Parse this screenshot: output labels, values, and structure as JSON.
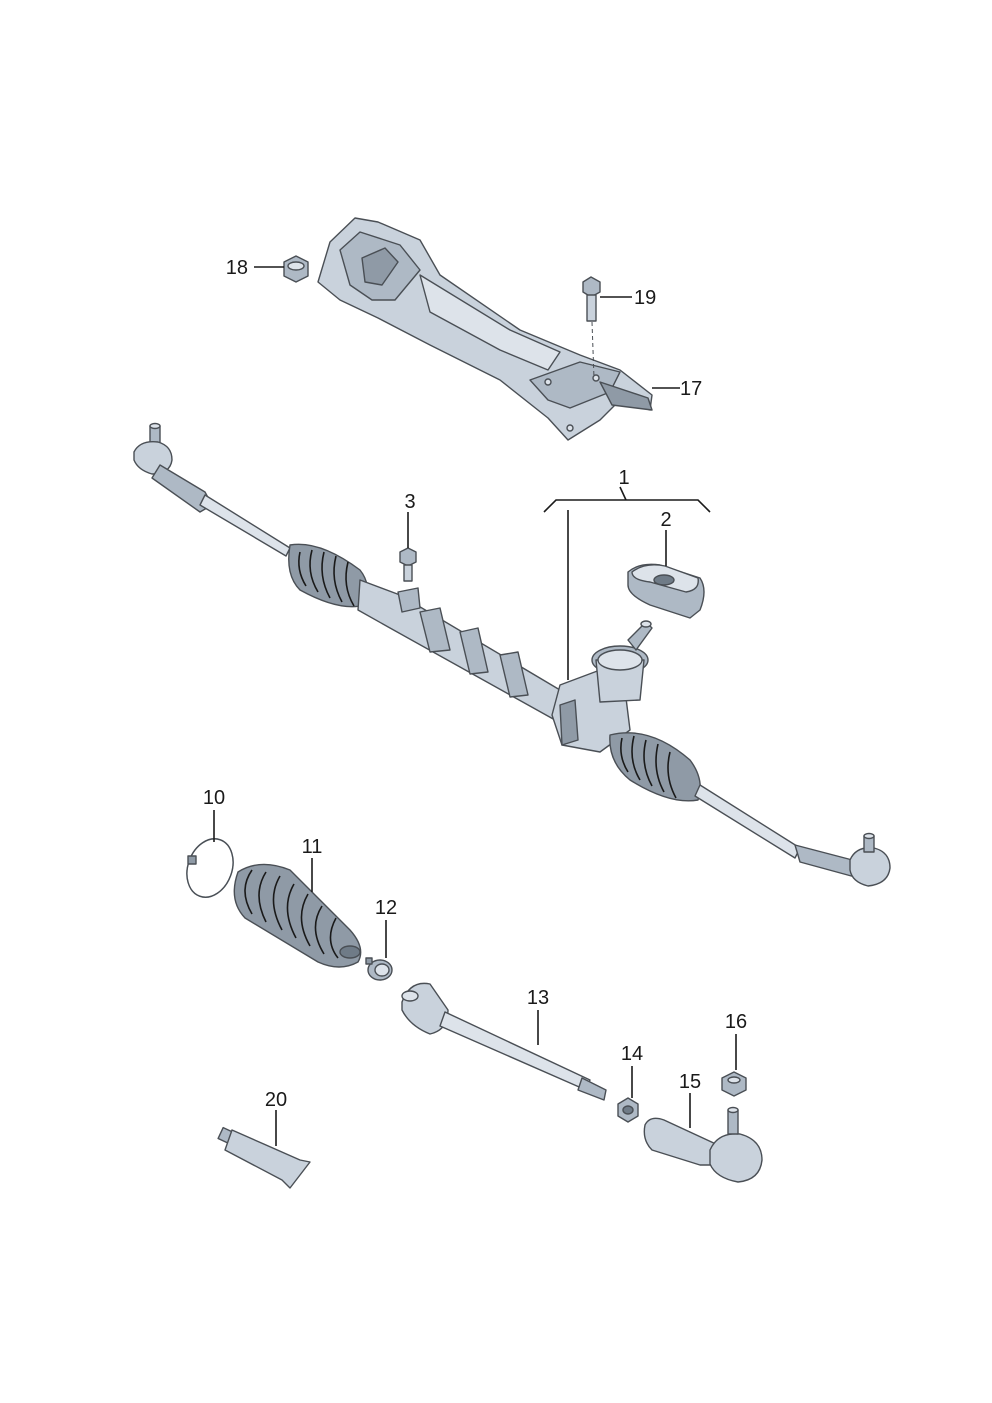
{
  "callouts": {
    "c1": "1",
    "c2": "2",
    "c3": "3",
    "c10": "10",
    "c11": "11",
    "c12": "12",
    "c13": "13",
    "c14": "14",
    "c15": "15",
    "c16": "16",
    "c17": "17",
    "c18": "18",
    "c19": "19",
    "c20": "20"
  }
}
